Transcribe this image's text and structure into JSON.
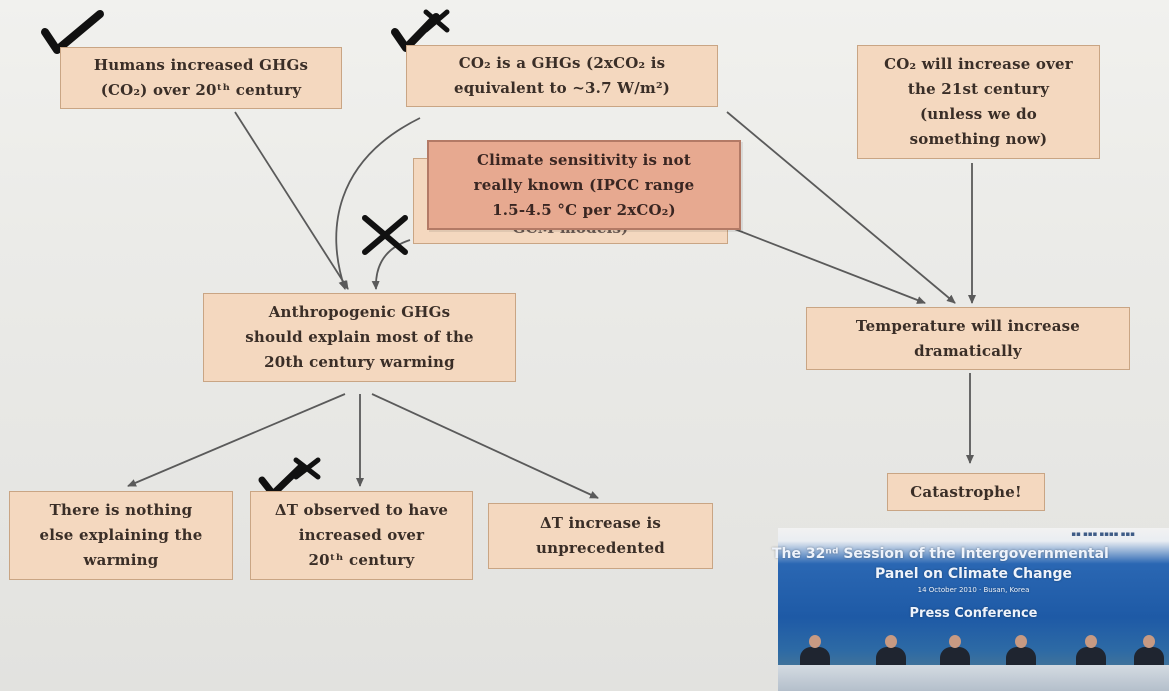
{
  "boxes": {
    "humans_increased": {
      "line1": "Humans increased GHGs",
      "line2": "(CO₂) over 20ᵗʰ century"
    },
    "co2_is_ghg": {
      "line1": "CO₂ is a GHGs (2xCO₂ is",
      "line2": "equivalent to ~3.7 W/m²)"
    },
    "co2_will_increase": {
      "line1": "CO₂ will increase over",
      "line2": "the 21st century",
      "line3": "(unless we do",
      "line4": "something now)"
    },
    "climate_sensitivity": {
      "line1": "Climate sensitivity is not",
      "line2": "really known (IPCC range",
      "line3": "1.5-4.5 °C per 2xCO₂)"
    },
    "hidden_box": {
      "line1": "GCM models)"
    },
    "anthropogenic": {
      "line1": "Anthropogenic GHGs",
      "line2": "should explain most of the",
      "line3": "20th century warming"
    },
    "temperature": {
      "line1": "Temperature will increase",
      "line2": "dramatically"
    },
    "catastrophe": {
      "line1": "Catastrophe!"
    },
    "nothing_else": {
      "line1": "There is nothing",
      "line2": "else explaining the",
      "line3": "warming"
    },
    "delta_observed": {
      "line1": "ΔT observed to have",
      "line2": "increased over",
      "line3": "20ᵗʰ century"
    },
    "delta_unprecedented": {
      "line1": "ΔT increase is",
      "line2": "unprecedented"
    }
  },
  "press_conference": {
    "title_line1": "The 32ⁿᵈ Session of the Intergovernmental",
    "title_line2": "Panel on Climate Change",
    "date_line": "14 October 2010 · Busan, Korea",
    "subtitle": "Press Conference"
  },
  "colors": {
    "box_fill": "#f4d8bf",
    "overlay_fill": "#e7a990",
    "arrow": "#5a5a5a",
    "mark": "#111111"
  }
}
